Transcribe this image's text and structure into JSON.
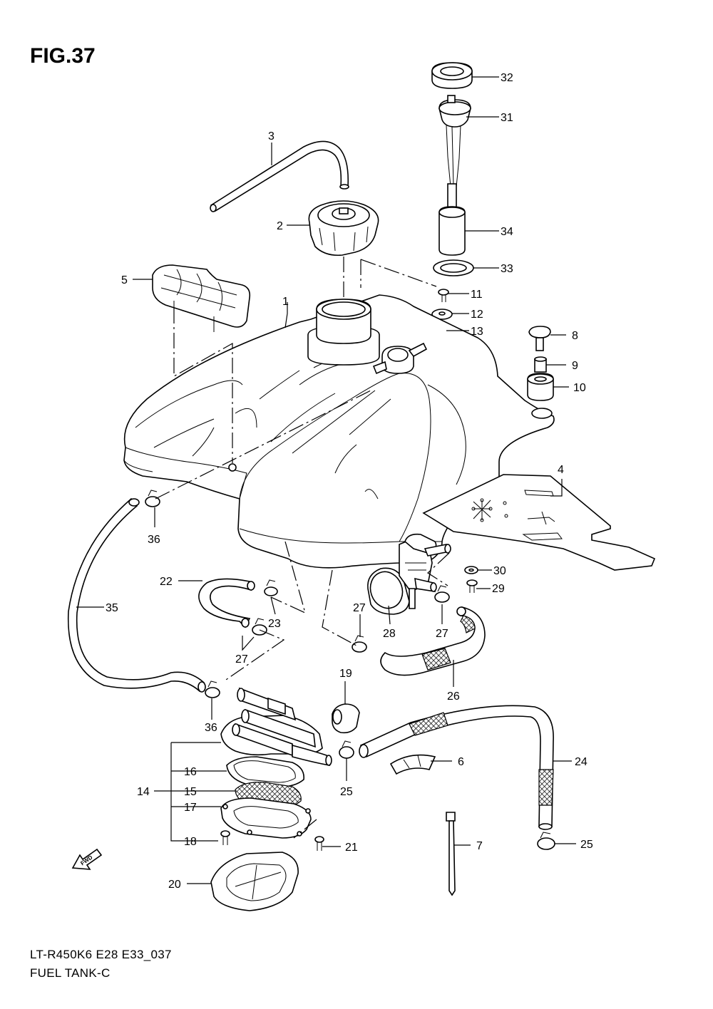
{
  "figure": {
    "title": "FIG.37",
    "code": "LT-R450K6 E28 E33_037",
    "name": "FUEL TANK-C",
    "fwd_label": "FWD"
  },
  "callouts": {
    "c1": "1",
    "c2": "2",
    "c3": "3",
    "c4": "4",
    "c5": "5",
    "c6": "6",
    "c7": "7",
    "c8": "8",
    "c9": "9",
    "c10": "10",
    "c11": "11",
    "c12": "12",
    "c13": "13",
    "c14": "14",
    "c15": "15",
    "c16": "16",
    "c17": "17",
    "c18": "18",
    "c19": "19",
    "c20": "20",
    "c21": "21",
    "c22": "22",
    "c23": "23",
    "c24": "24",
    "c25a": "25",
    "c25b": "25",
    "c26": "26",
    "c27a": "27",
    "c27b": "27",
    "c27c": "27",
    "c28": "28",
    "c29": "29",
    "c30": "30",
    "c31": "31",
    "c32": "32",
    "c33": "33",
    "c34": "34",
    "c35": "35",
    "c36a": "36",
    "c36b": "36"
  }
}
